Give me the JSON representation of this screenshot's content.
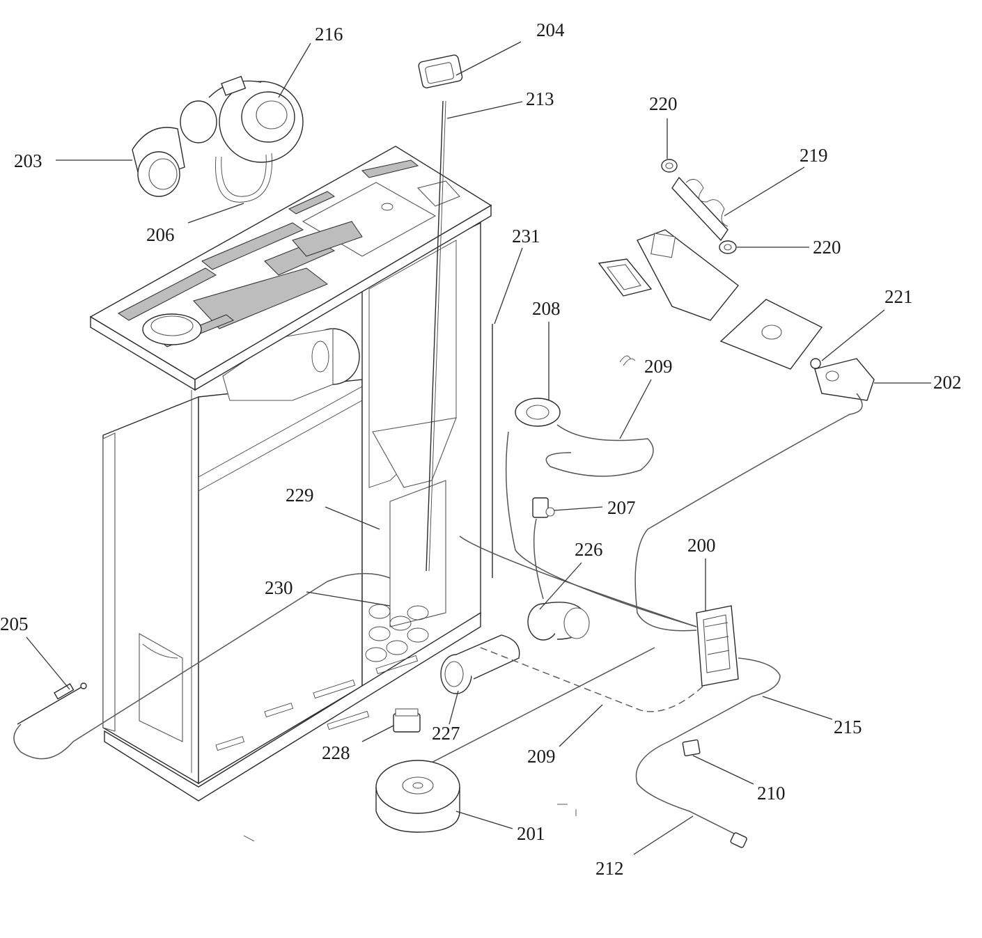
{
  "callouts": [
    {
      "id": "216",
      "label": "216"
    },
    {
      "id": "204",
      "label": "204"
    },
    {
      "id": "213",
      "label": "213"
    },
    {
      "id": "220a",
      "label": "220"
    },
    {
      "id": "203",
      "label": "203"
    },
    {
      "id": "219",
      "label": "219"
    },
    {
      "id": "206",
      "label": "206"
    },
    {
      "id": "231",
      "label": "231"
    },
    {
      "id": "220b",
      "label": "220"
    },
    {
      "id": "221",
      "label": "221"
    },
    {
      "id": "208",
      "label": "208"
    },
    {
      "id": "209a",
      "label": "209"
    },
    {
      "id": "202",
      "label": "202"
    },
    {
      "id": "229",
      "label": "229"
    },
    {
      "id": "207",
      "label": "207"
    },
    {
      "id": "226",
      "label": "226"
    },
    {
      "id": "200",
      "label": "200"
    },
    {
      "id": "230",
      "label": "230"
    },
    {
      "id": "205",
      "label": "205"
    },
    {
      "id": "215",
      "label": "215"
    },
    {
      "id": "227",
      "label": "227"
    },
    {
      "id": "228",
      "label": "228"
    },
    {
      "id": "209b",
      "label": "209"
    },
    {
      "id": "210",
      "label": "210"
    },
    {
      "id": "201",
      "label": "201"
    },
    {
      "id": "212",
      "label": "212"
    }
  ]
}
